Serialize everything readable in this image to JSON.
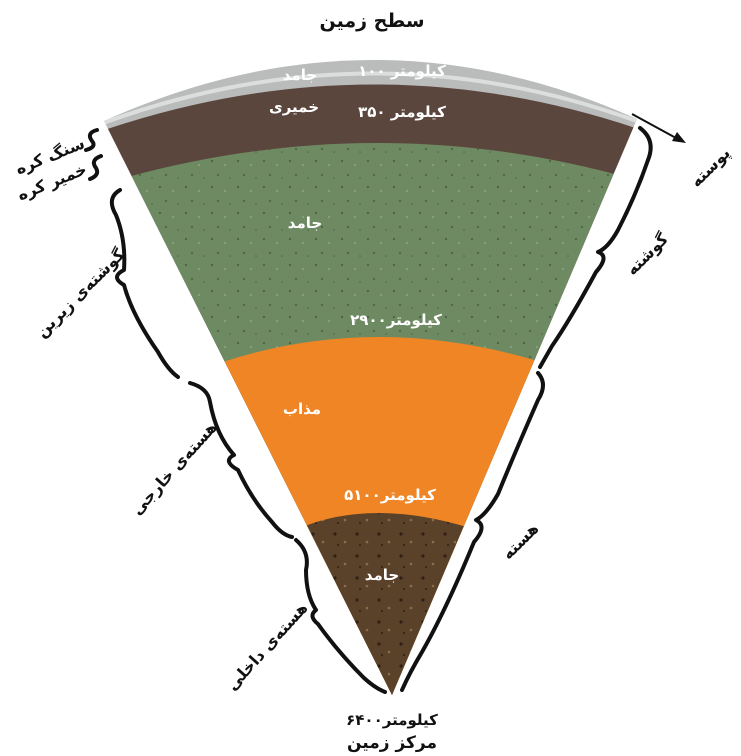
{
  "title_top": "سطح زمین",
  "title_bottom": "مرکز زمین",
  "layers": {
    "crust": {
      "state": "جامد",
      "depth_label": "۱۰۰ کیلومتر",
      "color": "#b9bcbb"
    },
    "asthenosphere": {
      "state": "خمیری",
      "depth_label": "۳۵۰ کیلومتر",
      "color": "#5b463e"
    },
    "lower_mantle": {
      "state": "جامد",
      "depth_label": "۲۹۰۰کیلومتر",
      "color": "#6e8a62"
    },
    "outer_core": {
      "state": "مذاب",
      "depth_label": "۵۱۰۰کیلومتر",
      "color": "#ef8524"
    },
    "inner_core": {
      "state": "جامد",
      "depth_label": "۶۴۰۰کیلومتر",
      "color": "#5a4129"
    }
  },
  "left_labels": {
    "lithosphere": "سنگ کره",
    "asthenosphere": "خمیر کره",
    "lower_mantle": "گوشته‌ی زیرین",
    "outer_core": "هسته‌ی خارجی",
    "inner_core": "هسته‌ی داخلی"
  },
  "right_labels": {
    "crust": "پوسته",
    "mantle": "گوشته",
    "core": "هسته"
  }
}
